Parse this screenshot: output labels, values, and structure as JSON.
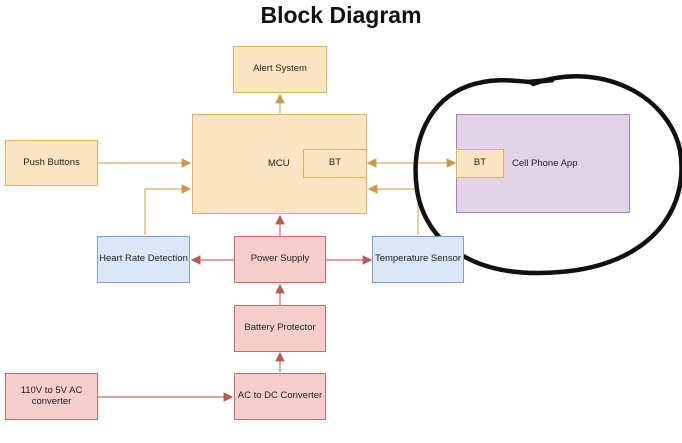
{
  "title": "Block Diagram",
  "blocks": {
    "alert_system": "Alert System",
    "mcu": "MCU",
    "mcu_bt": "BT",
    "push_buttons": "Push Buttons",
    "cell_phone_app": "Cell Phone App",
    "phone_bt": "BT",
    "heart_rate_detection": "Heart Rate Detection",
    "power_supply": "Power Supply",
    "temperature_sensor": "Temperature Sensor",
    "battery_protector": "Battery Protector",
    "ac_to_dc_converter": "AC to DC Converter",
    "ac_input": "110V to 5V AC converter"
  },
  "colors": {
    "compute": "#fce5c2",
    "sensor": "#d9e7f6",
    "power": "#f6cfcd",
    "external": "#e2d3e8",
    "annotation": "#111111"
  }
}
